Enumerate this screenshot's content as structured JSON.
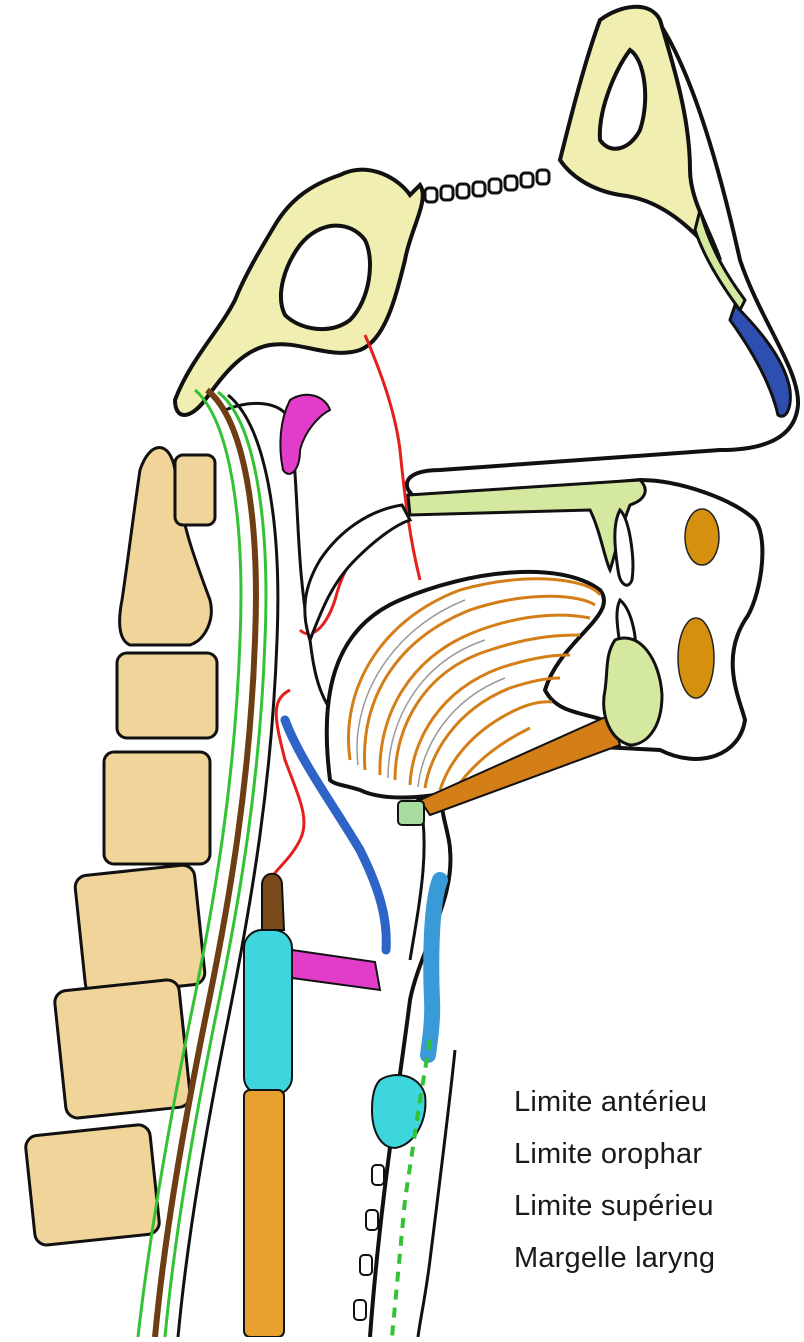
{
  "labels": [
    "Limite antérieu",
    "Limite orophar",
    "Limite supérieu",
    "Margelle laryng"
  ],
  "colors": {
    "bone": "#f0eeb0",
    "vertebra": "#f0d49a",
    "green": "#33c233",
    "brown": "#6e3d14",
    "blue": "#2e63c8",
    "cyan": "#3cd6dc",
    "magenta": "#e23cc8",
    "orange": "#d47e18",
    "lightgreen": "#d4e8a0",
    "red": "#e3201b",
    "outline": "#111111"
  }
}
